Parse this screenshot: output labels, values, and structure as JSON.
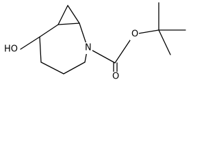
{
  "molecule": {
    "atoms": {
      "hydroxyl": "HO",
      "ring_nitrogen": "N",
      "ester_oxygen": "O",
      "carbonyl_oxygen": "O"
    },
    "colors": {
      "bond": "#000000",
      "label": "#000000",
      "background": "#ffffff"
    }
  }
}
